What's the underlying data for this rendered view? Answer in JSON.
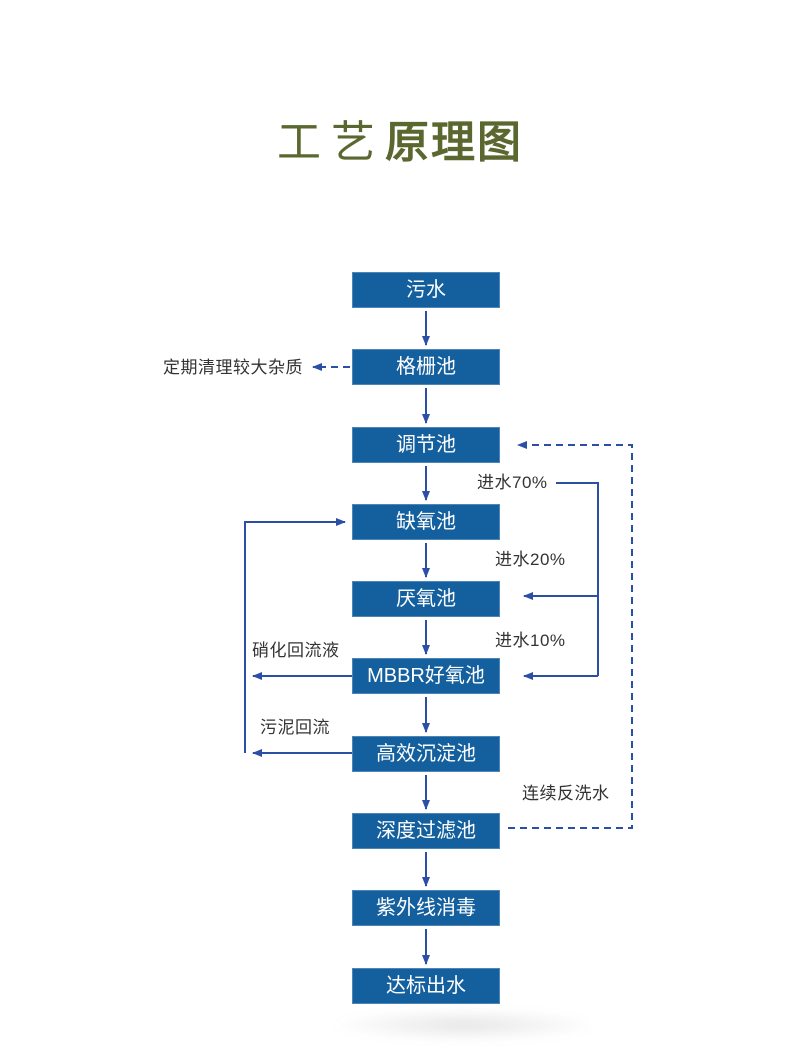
{
  "title": {
    "regular": "工艺",
    "bold": "原理图"
  },
  "colors": {
    "box_fill": "#14609e",
    "box_border": "#4c85b6",
    "box_text": "#ffffff",
    "arrow": "#2a4fa5",
    "title": "#5a672f",
    "label": "#333333"
  },
  "flow": {
    "boxes": [
      {
        "id": "sewage",
        "label": "污水"
      },
      {
        "id": "grid-pool",
        "label": "格栅池"
      },
      {
        "id": "regulating-pool",
        "label": "调节池"
      },
      {
        "id": "anoxic-pool",
        "label": "缺氧池"
      },
      {
        "id": "anaerobic-pool",
        "label": "厌氧池"
      },
      {
        "id": "mbbr-aerobic-pool",
        "label": "MBBR好氧池"
      },
      {
        "id": "high-efficiency-sedimentation-pool",
        "label": "高效沉淀池"
      },
      {
        "id": "deep-filtration-pool",
        "label": "深度过滤池"
      },
      {
        "id": "uv-disinfection",
        "label": "紫外线消毒"
      },
      {
        "id": "compliant-effluent",
        "label": "达标出水"
      }
    ]
  },
  "annotations": {
    "screening_note": "定期清理较大杂质",
    "inflow_70": "进水70%",
    "inflow_20": "进水20%",
    "inflow_10": "进水10%",
    "nitrification_return": "硝化回流液",
    "sludge_return": "污泥回流",
    "backwash": "连续反洗水"
  }
}
